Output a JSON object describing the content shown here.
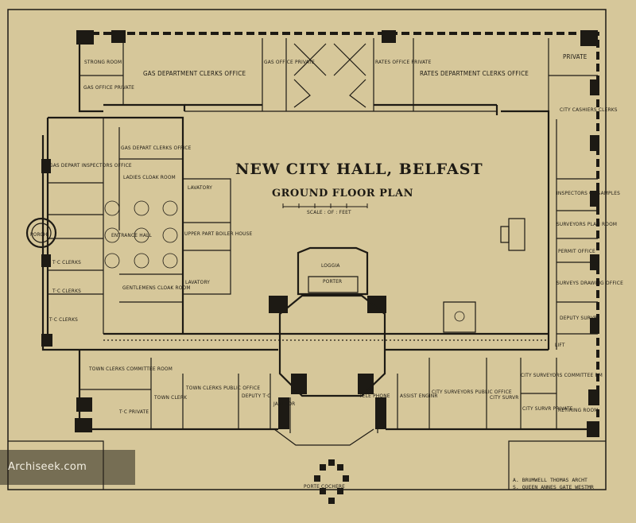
{
  "plan": {
    "title": "NEW CITY HALL, BELFAST",
    "subtitle": "GROUND FLOOR PLAN",
    "scale_label": "SCALE : OF : FEET",
    "credit_line1": "A. BRUMWELL THOMAS ARCHT",
    "credit_line2": "S. QUEEN ANNES GATE WESTMR"
  },
  "watermark": {
    "text": "Archiseek.com"
  },
  "rooms": [
    {
      "id": "strong-room",
      "text": "STRONG ROOM"
    },
    {
      "id": "gas-office-private-1",
      "text": "GAS OFFICE PRIVATE"
    },
    {
      "id": "gas-dept-clerks",
      "text": "GAS DEPARTMENT CLERKS OFFICE"
    },
    {
      "id": "gas-office-private-2",
      "text": "GAS OFFICE PRIVATE"
    },
    {
      "id": "rates-office-private",
      "text": "RATES OFFICE PRIVATE"
    },
    {
      "id": "rates-dept-clerks",
      "text": "RATES DEPARTMENT CLERKS OFFICE"
    },
    {
      "id": "private-39",
      "text": "PRIVATE"
    },
    {
      "id": "city-cashiers",
      "text": "CITY CASHIERS CLERKS"
    },
    {
      "id": "gas-depart-inspectors",
      "text": "GAS DEPART INSPECTORS OFFICE"
    },
    {
      "id": "gas-depart-clerks-office",
      "text": "GAS DEPART CLERKS OFFICE"
    },
    {
      "id": "ladies-cloak",
      "text": "LADIES CLOAK ROOM"
    },
    {
      "id": "lavatory-1",
      "text": "LAVATORY"
    },
    {
      "id": "porch",
      "text": "PORCH"
    },
    {
      "id": "entrance-hall",
      "text": "ENTRANCE HALL"
    },
    {
      "id": "upper-part-boiler",
      "text": "UPPER PART BOILER HOUSE"
    },
    {
      "id": "tc-clerks-1",
      "text": "T·C CLERKS"
    },
    {
      "id": "tc-clerks-2",
      "text": "T·C CLERKS"
    },
    {
      "id": "tc-clerks-3",
      "text": "T·C CLERKS"
    },
    {
      "id": "gentlemens-cloak",
      "text": "GENTLEMENS CLOAK ROOM"
    },
    {
      "id": "lavatory-2",
      "text": "LAVATORY"
    },
    {
      "id": "loggia",
      "text": "LOGGIA"
    },
    {
      "id": "porter",
      "text": "PORTER"
    },
    {
      "id": "inspectors-samples",
      "text": "INSPECTORS OF SAMPLES"
    },
    {
      "id": "surveyors-plan-room",
      "text": "SURVEYORS PLAN ROOM"
    },
    {
      "id": "permit-office",
      "text": "PERMIT OFFICE"
    },
    {
      "id": "surveyors-drawing",
      "text": "SURVEYS DRAWING OFFICE"
    },
    {
      "id": "deputy-surveyor",
      "text": "DEPUTY SURVR"
    },
    {
      "id": "lift",
      "text": "LIFT"
    },
    {
      "id": "town-clerks-committee",
      "text": "TOWN CLERKS COMMITTEE ROOM"
    },
    {
      "id": "tc-private",
      "text": "T·C PRIVATE"
    },
    {
      "id": "town-clerk",
      "text": "TOWN CLERK"
    },
    {
      "id": "town-clerks-public",
      "text": "TOWN CLERKS PUBLIC OFFICE"
    },
    {
      "id": "deputy-tc",
      "text": "DEPUTY T·C"
    },
    {
      "id": "janitor",
      "text": "JANI TOR"
    },
    {
      "id": "telephone",
      "text": "TELE PHONE"
    },
    {
      "id": "assist-engineer",
      "text": "ASSIST ENGINR"
    },
    {
      "id": "city-surveyors-public",
      "text": "CITY SURVEYORS PUBLIC OFFICE"
    },
    {
      "id": "city-survr",
      "text": "CITY SURVR"
    },
    {
      "id": "city-surveyors-committee",
      "text": "CITY SURVEYORS COMMITTEE RM"
    },
    {
      "id": "city-survr-private",
      "text": "CITY SURVR PRIVATE"
    },
    {
      "id": "retiring-room",
      "text": "RETIRING ROOM"
    },
    {
      "id": "porte-cochere",
      "text": "PORTE COCHERE"
    }
  ]
}
